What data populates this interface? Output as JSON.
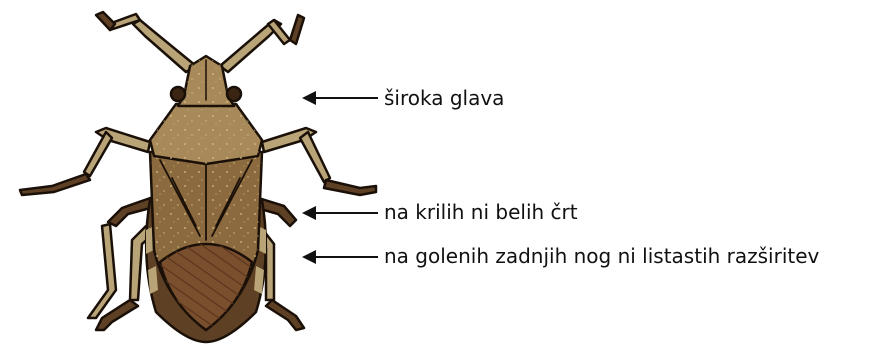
{
  "labels": [
    {
      "id": "head",
      "text": "široka glava"
    },
    {
      "id": "wings",
      "text": "na krilih ni belih črt"
    },
    {
      "id": "hind-legs",
      "text": "na golenih zadnjih nog ni listastih razširitev"
    }
  ],
  "colors": {
    "body": "#8a6a3e",
    "body_light": "#a7895a",
    "body_dark": "#6b4e2b",
    "wing_membrane": "#7a4f2e",
    "outline": "#1a1008",
    "leg_pale": "#b9a478",
    "leg_dark": "#5e4024",
    "arrow": "#111111",
    "text": "#111111"
  },
  "icons": [
    "bug-illustration",
    "arrow-left-icon"
  ]
}
